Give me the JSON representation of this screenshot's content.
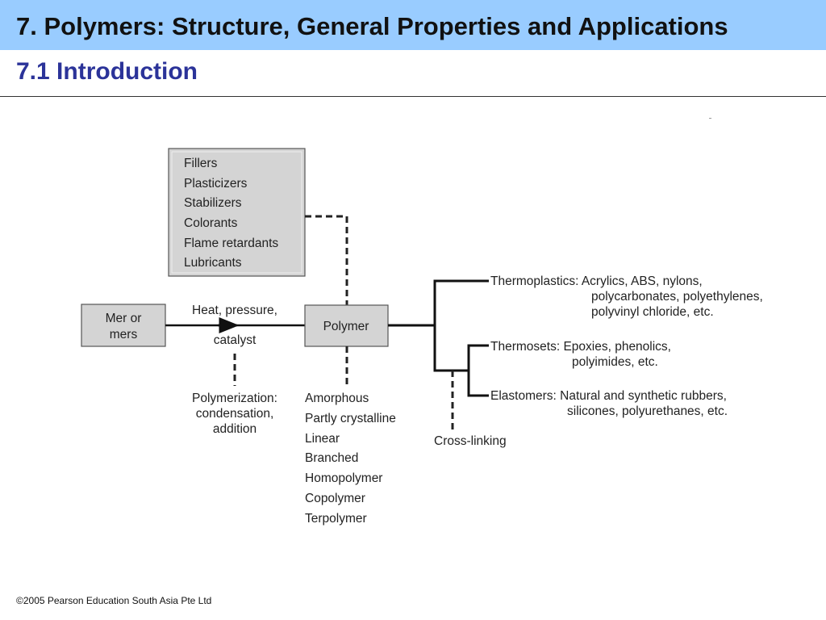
{
  "header": {
    "title": "7. Polymers: Structure, General Properties and Applications"
  },
  "section": {
    "title": "7.1 Introduction"
  },
  "diagram": {
    "additives": [
      "Fillers",
      "Plasticizers",
      "Stabilizers",
      "Colorants",
      "Flame retardants",
      "Lubricants"
    ],
    "mer_box": [
      "Mer or",
      "mers"
    ],
    "process_label_top": "Heat, pressure,",
    "process_label_bottom": "catalyst",
    "polymer_box": "Polymer",
    "polymerization": [
      "Polymerization:",
      "condensation,",
      "addition"
    ],
    "structures": [
      "Amorphous",
      "Partly crystalline",
      "Linear",
      "Branched",
      "Homopolymer",
      "Copolymer",
      "Terpolymer"
    ],
    "thermoplastics": [
      "Thermoplastics: Acrylics, ABS, nylons,",
      "polycarbonates, polyethylenes,",
      "polyvinyl chloride, etc."
    ],
    "thermosets": [
      "Thermosets: Epoxies, phenolics,",
      "polyimides, etc."
    ],
    "elastomers": [
      "Elastomers: Natural and synthetic rubbers,",
      "silicones, polyurethanes, etc."
    ],
    "crosslinking": "Cross-linking"
  },
  "footer": {
    "copyright": "©2005 Pearson Education South Asia Pte Ltd"
  }
}
